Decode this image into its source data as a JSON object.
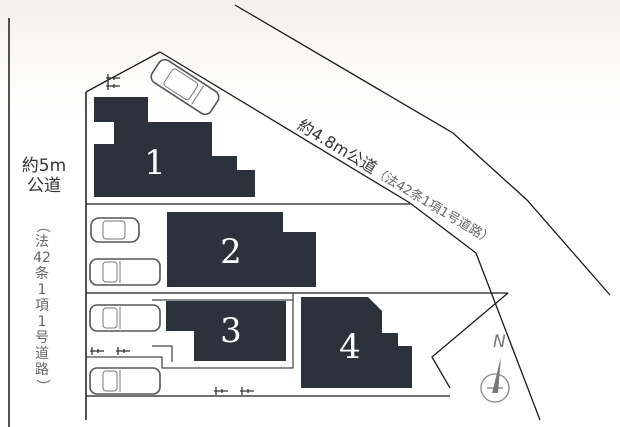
{
  "roads": {
    "left": {
      "label": "約5m公道",
      "label_line1": "約5m",
      "label_line2": "公道",
      "legal": "（法42条1項1号道路）",
      "legal_chars": [
        "（",
        "法",
        "42",
        "条",
        "1",
        "項",
        "1",
        "号",
        "道",
        "路",
        "）"
      ]
    },
    "top": {
      "label": "約4.8m公道",
      "legal": "（法42条1項1号道路）"
    }
  },
  "lots": [
    {
      "number": "1",
      "parking_spaces": 1
    },
    {
      "number": "2",
      "parking_spaces": 2
    },
    {
      "number": "3",
      "parking_spaces": 2
    },
    {
      "number": "4",
      "parking_spaces": 0
    }
  ],
  "compass": {
    "label": "N",
    "icon": "north-arrow-icon"
  },
  "colors": {
    "building": "#2b323b",
    "line": "#1a1a1a",
    "text": "#333333",
    "subtext": "#666666"
  },
  "icons": {
    "car": "car-icon",
    "bicycle": "bicycle-icon",
    "compass": "north-arrow-icon"
  }
}
